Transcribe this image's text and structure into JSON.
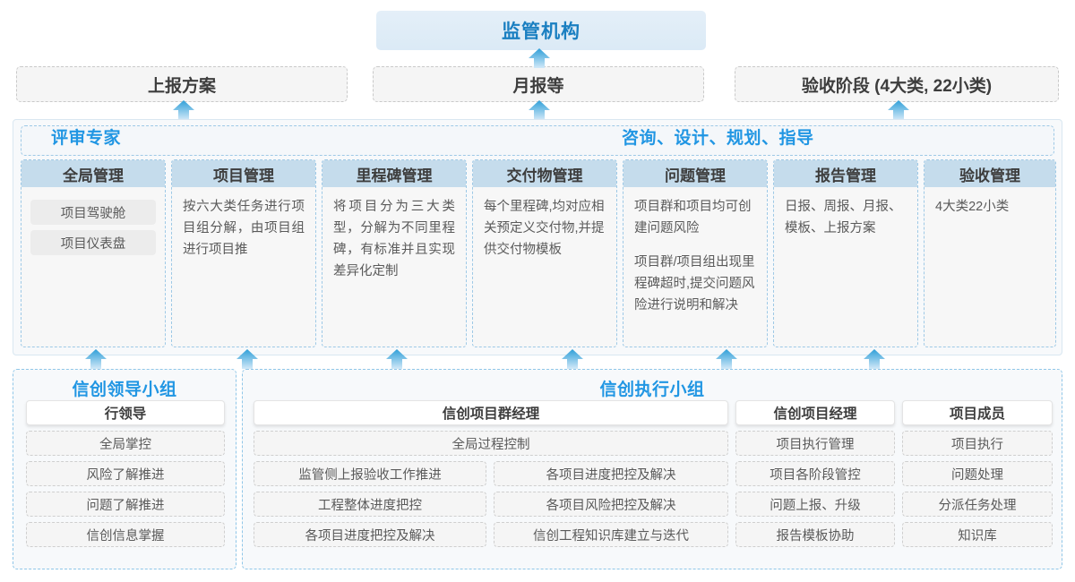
{
  "top": {
    "regulator": "监管机构",
    "reports": [
      {
        "label": "上报方案"
      },
      {
        "label": "月报等"
      },
      {
        "label": "验收阶段 (4大类, 22小类)"
      }
    ]
  },
  "middle": {
    "label_left": "评审专家",
    "label_right": "咨询、设计、规划、指导",
    "columns": [
      {
        "title": "全局管理",
        "pills": [
          "项目驾驶舱",
          "项目仪表盘"
        ],
        "paragraphs": []
      },
      {
        "title": "项目管理",
        "pills": [],
        "paragraphs": [
          "按六大类任务进行项目组分解，由项目组进行项目推"
        ]
      },
      {
        "title": "里程碑管理",
        "pills": [],
        "paragraphs": [
          "将项目分为三大类型，分解为不同里程碑，有标准并且实现差异化定制"
        ]
      },
      {
        "title": "交付物管理",
        "pills": [],
        "paragraphs": [
          "每个里程碑,均对应相关预定义交付物,并提供交付物模板"
        ]
      },
      {
        "title": "问题管理",
        "pills": [],
        "paragraphs": [
          "项目群和项目均可创建问题风险",
          "项目群/项目组出现里程碑超时,提交问题风险进行说明和解决"
        ]
      },
      {
        "title": "报告管理",
        "pills": [],
        "paragraphs": [
          "日报、周报、月报、模板、上报方案"
        ]
      },
      {
        "title": "验收管理",
        "pills": [],
        "paragraphs": [
          "4大类22小类"
        ]
      }
    ]
  },
  "bottom": {
    "left": {
      "title": "信创领导小组",
      "role": "行领导",
      "tasks": [
        "全局掌控",
        "风险了解推进",
        "问题了解推进",
        "信创信息掌握"
      ]
    },
    "right": {
      "title": "信创执行小组",
      "groups": [
        {
          "role": "信创项目群经理",
          "wide_task": "全局过程控制",
          "tasks_col1": [
            "监管侧上报验收工作推进",
            "工程整体进度把控",
            "各项目进度把控及解决"
          ],
          "tasks_col2": [
            "各项目进度把控及解决",
            "各项目风险把控及解决",
            "信创工程知识库建立与迭代"
          ]
        },
        {
          "role": "信创项目经理",
          "tasks": [
            "项目执行管理",
            "项目各阶段管控",
            "问题上报、升级",
            "报告模板协助"
          ]
        },
        {
          "role": "项目成员",
          "tasks": [
            "项目执行",
            "问题处理",
            "分派任务处理",
            "知识库"
          ]
        }
      ]
    }
  },
  "colors": {
    "accent_blue": "#2196e3",
    "header_fill": "#c5dcec",
    "regulator_fill": "#e4eff8",
    "arrow_top": "#2f9fd8",
    "arrow_bottom": "#cfe8f7"
  }
}
